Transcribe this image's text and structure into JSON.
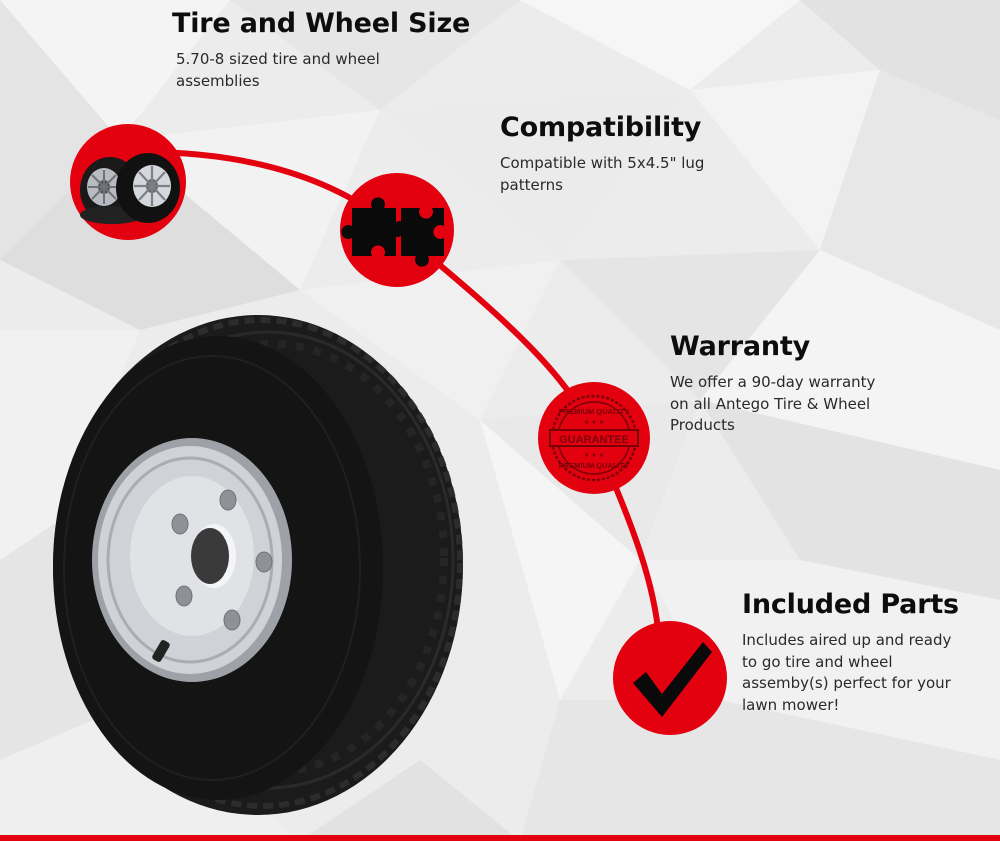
{
  "colors": {
    "accent": "#e3000f",
    "heading": "#0d0d0d",
    "body_text": "#2a2a2a",
    "tire": "#1b1b1b",
    "rim": "#c9ccd0"
  },
  "features": [
    {
      "title": "Tire and Wheel Size",
      "description": "5.70-8 sized tire and wheel assemblies",
      "icon": "tires-icon"
    },
    {
      "title": "Compatibility",
      "description": "Compatible with 5x4.5\" lug patterns",
      "icon": "puzzle-icon"
    },
    {
      "title": "Warranty",
      "description": "We offer a 90-day warranty on all Antego Tire & Wheel Products",
      "icon": "guarantee-badge-icon"
    },
    {
      "title": "Included Parts",
      "description": "Includes aired up and ready to go tire and wheel assemby(s) perfect for your lawn mower!",
      "icon": "checkmark-icon"
    }
  ],
  "badge": {
    "top_text": "PREMIUM QUALITY",
    "center_text": "GUARANTEE",
    "bottom_text": "PREMIUM QUALITY"
  }
}
